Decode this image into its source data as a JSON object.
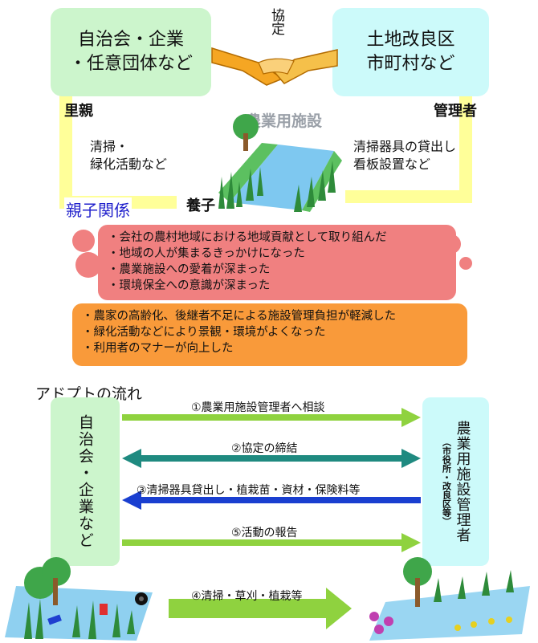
{
  "top": {
    "left_box": {
      "line1": "自治会・企業",
      "line2": "・任意団体など"
    },
    "right_box": {
      "line1": "土地改良区",
      "line2": "市町村など"
    },
    "agreement": "協定",
    "foster_parent": "里親",
    "manager": "管理者",
    "facility": "農業用施設",
    "left_note": {
      "line1": "清掃・",
      "line2": "緑化活動など"
    },
    "right_note": {
      "line1": "清掃器具の貸出し",
      "line2": "看板設置など"
    },
    "relation": "親子関係",
    "foster_child": "養子"
  },
  "effects_pink": [
    "・会社の農村地域における地域貢献として取り組んだ",
    "・地域の人が集まるきっかけになった",
    "・農業施設への愛着が深まった",
    "・環境保全への意識が深まった"
  ],
  "effects_orange": [
    "・農家の高齢化、後継者不足による施設管理負担が軽減した",
    "・緑化活動などにより景観・環境がよくなった",
    "・利用者のマナーが向上した"
  ],
  "flow": {
    "title": "アドプトの流れ",
    "left_box": "自治会・企業など",
    "right_box_main": "農業用施設管理者",
    "right_box_sub": "（市役所・改良区等）",
    "steps": [
      "①農業用施設管理者へ相談",
      "②協定の締結",
      "③清掃器具貸出し・植栽苗・資材・保険料等",
      "⑤活動の報告",
      "④清掃・草刈・植栽等"
    ]
  },
  "colors": {
    "left_green": "#ccf5cc",
    "right_cyan": "#ccfafa",
    "yellow_frame": "#ffff99",
    "pink": "#f08080",
    "orange": "#f99a3a",
    "arrow_green": "#8fd23f",
    "arrow_teal": "#1f8a80",
    "arrow_blue": "#1a3fd0"
  }
}
